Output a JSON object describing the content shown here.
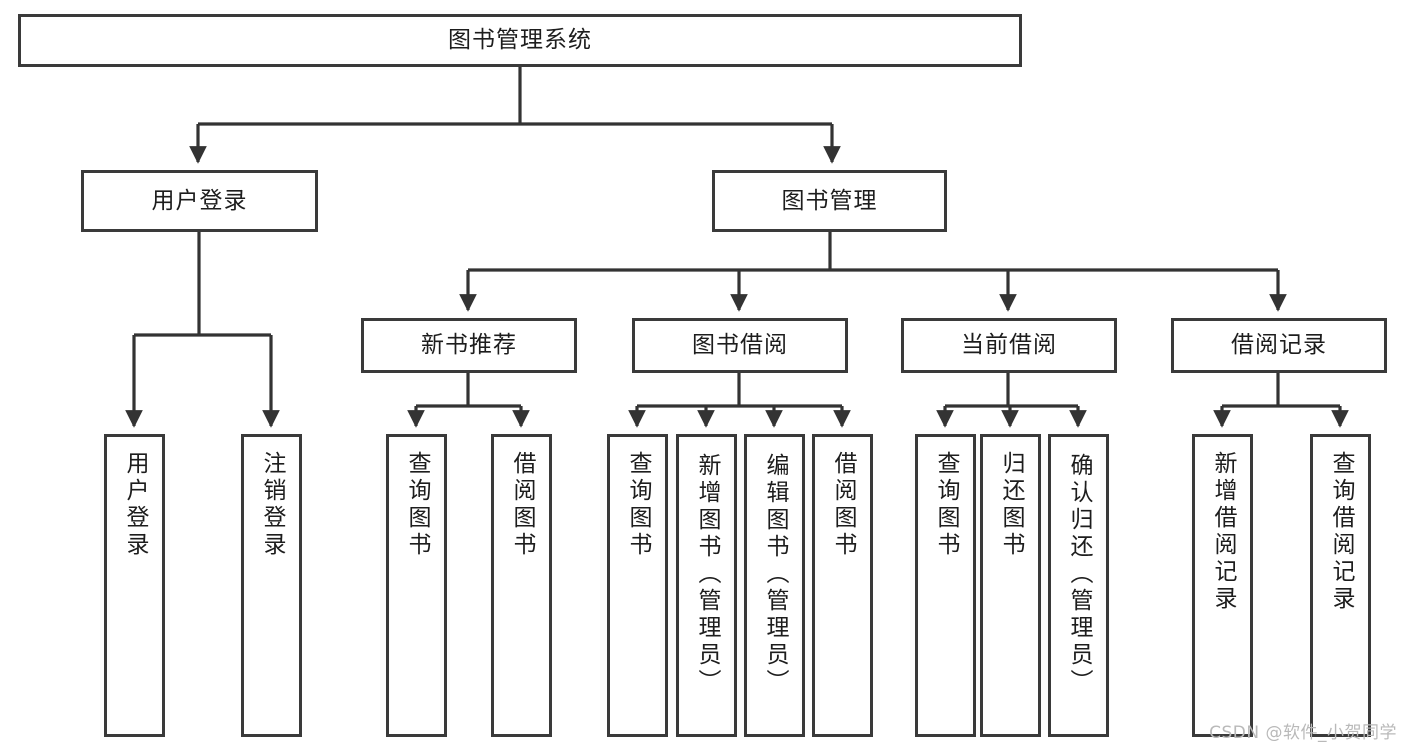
{
  "diagram": {
    "title": "图书管理系统",
    "type": "tree-structure-chart",
    "watermark": "CSDN @软件_小贺同学",
    "colors": {
      "box_border": "#3a3a3a",
      "box_fill": "#ffffff",
      "edge": "#333333",
      "text": "#1d1d1d",
      "watermark": "#b9b9b9",
      "background": "#ffffff"
    }
  },
  "nodes": {
    "root": {
      "label": "图书管理系统"
    },
    "level2": [
      {
        "label": "用户登录"
      },
      {
        "label": "图书管理"
      }
    ],
    "level3": [
      {
        "label": "新书推荐"
      },
      {
        "label": "图书借阅"
      },
      {
        "label": "当前借阅"
      },
      {
        "label": "借阅记录"
      }
    ],
    "leaves": {
      "user_login": [
        {
          "label": "用户登录"
        },
        {
          "label": "注销登录"
        }
      ],
      "new_book_recommend": [
        {
          "label": "查询图书"
        },
        {
          "label": "借阅图书"
        }
      ],
      "book_borrow": [
        {
          "label": "查询图书"
        },
        {
          "label": "新增图书（管理员）"
        },
        {
          "label": "编辑图书（管理员）"
        },
        {
          "label": "借阅图书"
        }
      ],
      "current_borrow": [
        {
          "label": "查询图书"
        },
        {
          "label": "归还图书"
        },
        {
          "label": "确认归还（管理员）"
        }
      ],
      "borrow_record": [
        {
          "label": "新增借阅记录"
        },
        {
          "label": "查询借阅记录"
        }
      ]
    }
  },
  "tree_text": {
    "图书管理系统": {
      "用户登录": [
        "用户登录",
        "注销登录"
      ],
      "图书管理": {
        "新书推荐": [
          "查询图书",
          "借阅图书"
        ],
        "图书借阅": [
          "查询图书",
          "新增图书（管理员）",
          "编辑图书（管理员）",
          "借阅图书"
        ],
        "当前借阅": [
          "查询图书",
          "归还图书",
          "确认归还（管理员）"
        ],
        "借阅记录": [
          "新增借阅记录",
          "查询借阅记录"
        ]
      }
    }
  }
}
